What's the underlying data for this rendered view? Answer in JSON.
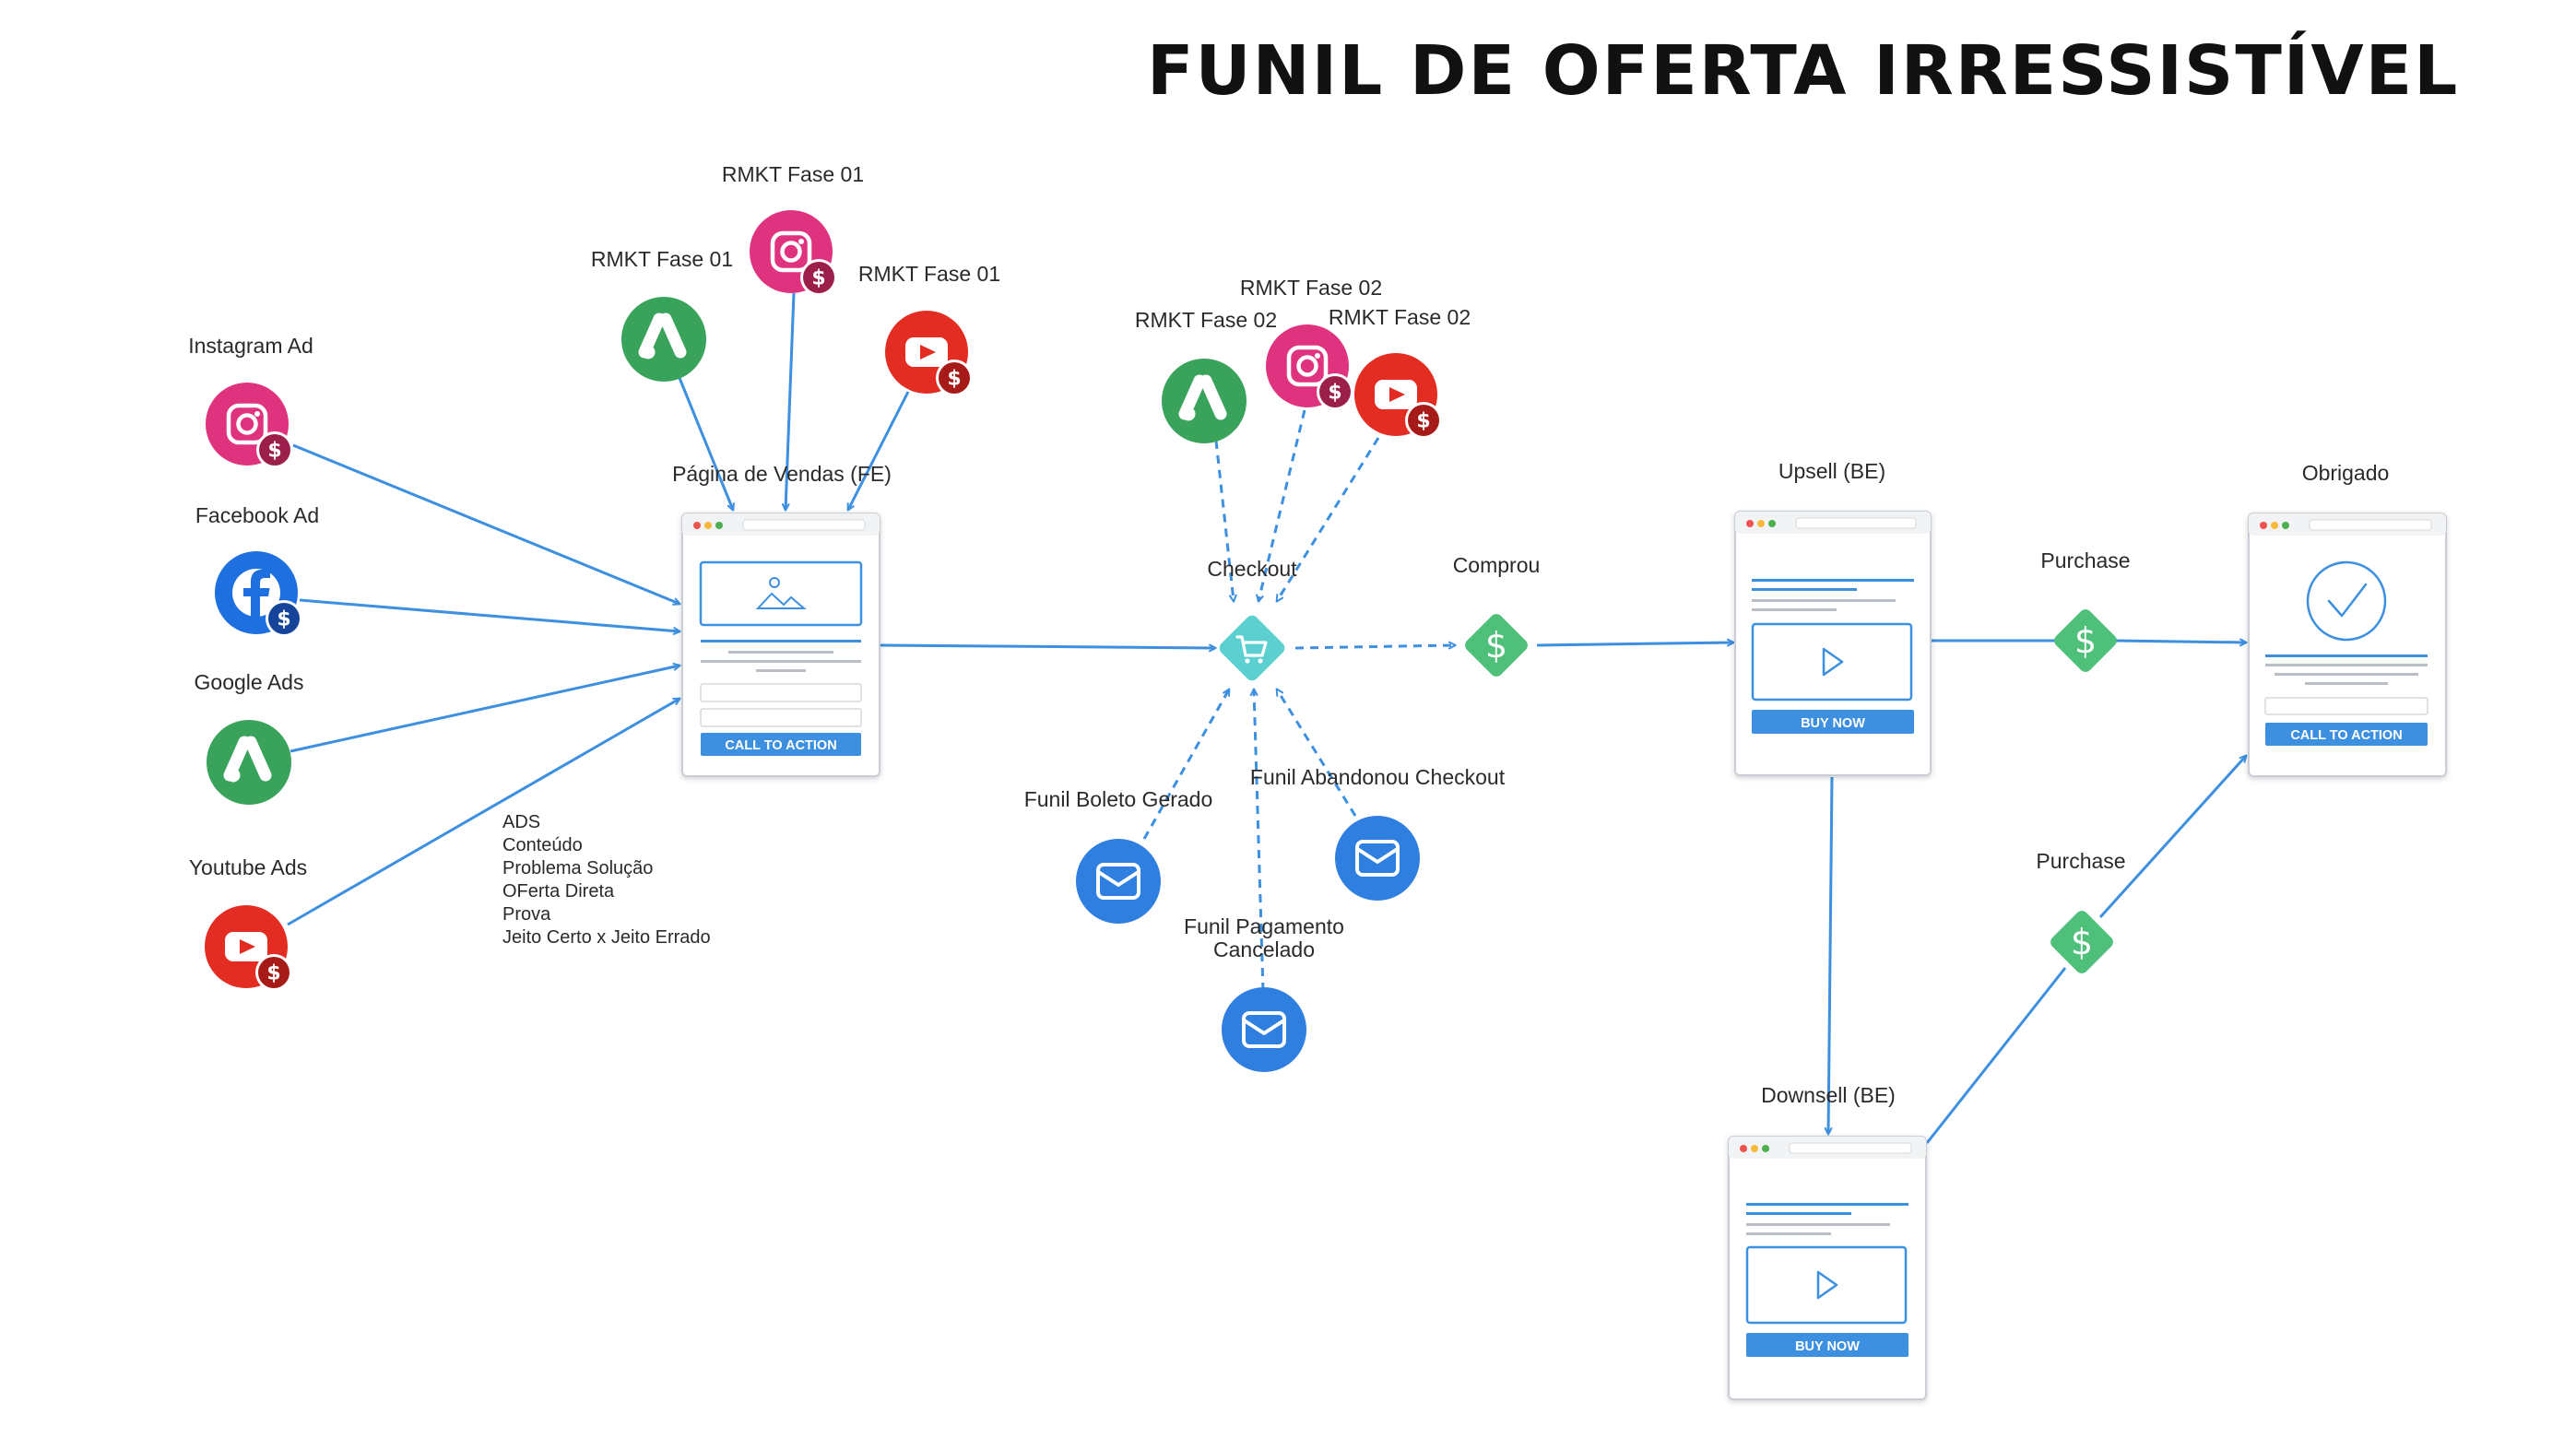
{
  "title": "FUNIL DE OFERTA IRRESSISTÍVEL",
  "colors": {
    "instagram": "#e0337f",
    "facebook": "#1e6fe0",
    "google": "#3aa35b",
    "youtube": "#e32c22",
    "email": "#2f7fe0",
    "checkout": "#5ccfd0",
    "purchase": "#4fc07a",
    "arrow": "#3d8fe0",
    "button": "#3d8fe0"
  },
  "sources": [
    {
      "label": "Instagram Ad",
      "icon": "instagram-ad-icon"
    },
    {
      "label": "Facebook Ad",
      "icon": "facebook-ad-icon"
    },
    {
      "label": "Google Ads",
      "icon": "google-ads-icon"
    },
    {
      "label": "Youtube Ads",
      "icon": "youtube-ads-icon"
    }
  ],
  "rmkt1": [
    {
      "label": "RMKT Fase 01",
      "icon": "google-ads-icon"
    },
    {
      "label": "RMKT Fase 01",
      "icon": "instagram-ad-icon"
    },
    {
      "label": "RMKT Fase 01",
      "icon": "youtube-ads-icon"
    }
  ],
  "rmkt2": [
    {
      "label": "RMKT Fase 02",
      "icon": "google-ads-icon"
    },
    {
      "label": "RMKT Fase 02",
      "icon": "instagram-ad-icon"
    },
    {
      "label": "RMKT Fase 02",
      "icon": "youtube-ads-icon"
    }
  ],
  "sales_page": {
    "label": "Página de Vendas (FE)",
    "button": "CALL TO ACTION"
  },
  "sales_notes": [
    "ADS",
    "Conteúdo",
    "Problema Solução",
    "OFerta Direta",
    "Prova",
    "Jeito Certo x Jeito Errado"
  ],
  "checkout": {
    "label": "Checkout"
  },
  "comprou": {
    "label": "Comprou"
  },
  "emails": {
    "boleto": "Funil Boleto Gerado",
    "abandonou": "Funil Abandonou Checkout",
    "cancelado_line1": "Funil Pagamento",
    "cancelado_line2": "Cancelado"
  },
  "upsell": {
    "label": "Upsell (BE)",
    "button": "BUY NOW"
  },
  "downsell": {
    "label": "Downsell (BE)",
    "button": "BUY NOW"
  },
  "purchase_upsell": {
    "label": "Purchase"
  },
  "purchase_downsell": {
    "label": "Purchase"
  },
  "obrigado": {
    "label": "Obrigado",
    "button": "CALL TO ACTION"
  }
}
